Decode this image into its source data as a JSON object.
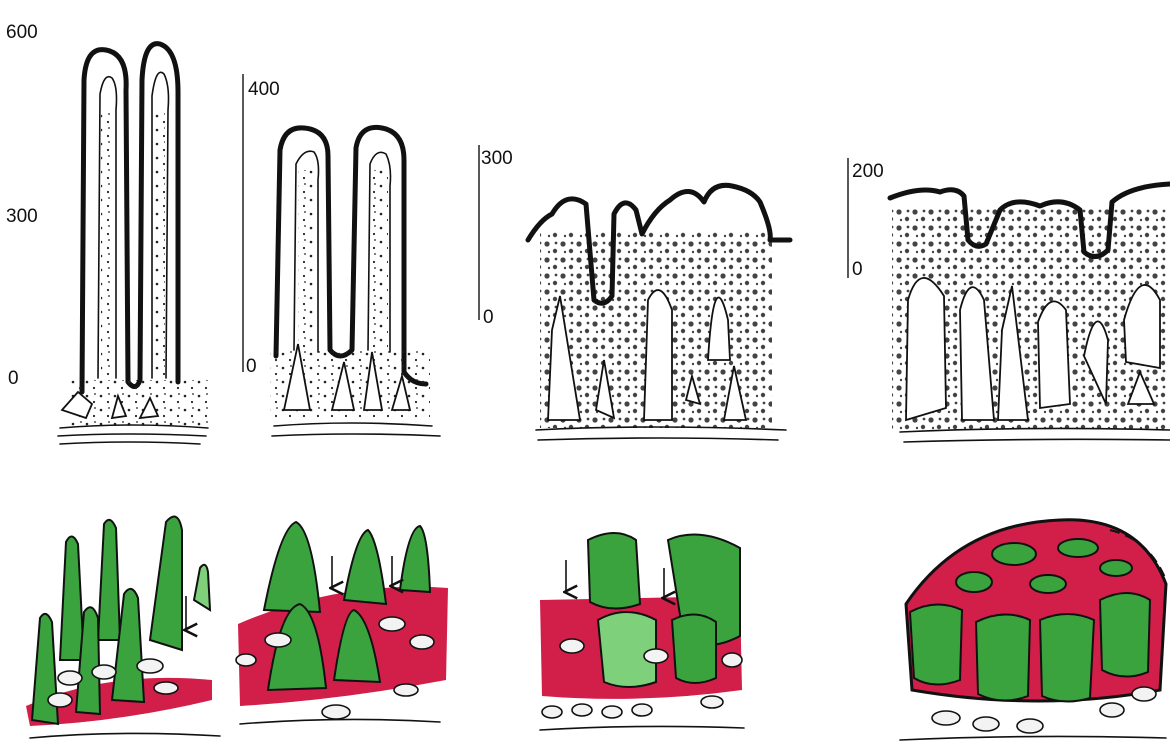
{
  "scales": [
    {
      "id": "s1",
      "labels": [
        "600",
        "300",
        "0"
      ]
    },
    {
      "id": "s2",
      "labels": [
        "400",
        "0"
      ]
    },
    {
      "id": "s3",
      "labels": [
        "300",
        "0"
      ]
    },
    {
      "id": "s4",
      "labels": [
        "200",
        "0"
      ]
    }
  ],
  "colors": {
    "outline": "#111111",
    "villus_green": "#3aa33e",
    "villus_green_light": "#7fd07b",
    "lamina_red": "#d11f4a",
    "background": "#ffffff"
  },
  "icons": [
    "down-arrow-icon"
  ]
}
